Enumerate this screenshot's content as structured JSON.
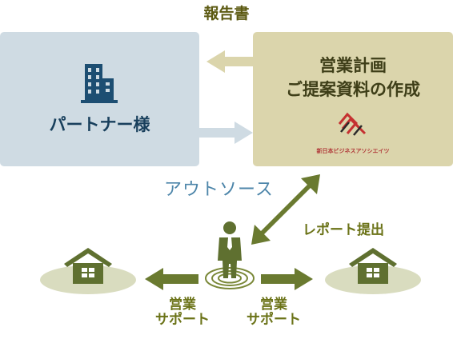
{
  "report": "報告書",
  "partner": {
    "label": "パートナー様"
  },
  "plan": {
    "line1": "営業計画",
    "line2": "ご提案資料の作成",
    "logo_text": "新日本ビジネスアソシエイツ"
  },
  "outsource": "アウトソース",
  "report_submit": "レポート提出",
  "support_left": {
    "line1": "営業",
    "line2": "サポート"
  },
  "support_right": {
    "line1": "営業",
    "line2": "サポート"
  },
  "icons": [
    "building-icon",
    "logo-icon",
    "person-icon",
    "house-icon"
  ],
  "colors": {
    "partner_box": "#cfdbe3",
    "plan_box": "#dbd5ac",
    "arrow_green": "#6a7a30",
    "arrow_blue": "#cfdbe3",
    "arrow_tan": "#dbd5ac"
  }
}
